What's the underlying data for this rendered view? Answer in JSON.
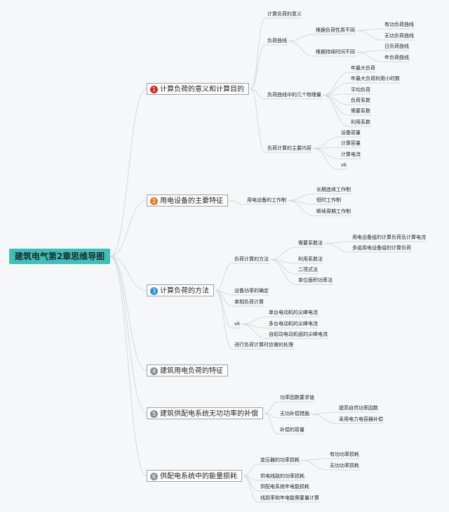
{
  "root": "建筑电气第2章思维导图",
  "branches": [
    {
      "num": "1",
      "label": "计算负荷的意义和计算目的",
      "color": "#d9261c"
    },
    {
      "num": "2",
      "label": "用电设备的主要特征",
      "color": "#e8781e"
    },
    {
      "num": "3",
      "label": "计算负荷的方法",
      "color": "#2a8fd8"
    },
    {
      "num": "4",
      "label": "建筑用电负荷的特征",
      "color": "#8a8f96"
    },
    {
      "num": "5",
      "label": "建筑供配电系统无功功率的补偿",
      "color": "#8a8f96"
    },
    {
      "num": "6",
      "label": "供配电系统中的能量损耗",
      "color": "#8a8f96"
    }
  ],
  "nodes": {
    "b1_1": "计算负荷的意义",
    "b1_2": "负荷曲线",
    "b1_2_1": "根据负荷性质不同",
    "b1_2_1_1": "有功负荷曲线",
    "b1_2_1_2": "无功负荷曲线",
    "b1_2_2": "根据持续时间不同",
    "b1_2_2_1": "日负荷曲线",
    "b1_2_2_2": "年负荷曲线",
    "b1_3": "负荷曲线中的几个物理量",
    "b1_3_1": "年最大负荷",
    "b1_3_2": "年最大负荷利用小时数",
    "b1_3_3": "平均负荷",
    "b1_3_4": "负荷系数",
    "b1_3_5": "需要系数",
    "b1_3_6": "利用系数",
    "b1_4": "负荷计算的主要内容",
    "b1_4_1": "设备容量",
    "b1_4_2": "计算容量",
    "b1_4_3": "计算电流",
    "b1_4_4": "vk",
    "b2_1": "用电设备的工作制",
    "b2_1_1": "长期连续工作制",
    "b2_1_2": "短时工作制",
    "b2_1_3": "断续周期工作制",
    "b3_1": "负荷计算的方法",
    "b3_1_1": "需要系数法",
    "b3_1_1_1": "用电设备组的计算负荷及计算电流",
    "b3_1_1_2": "多组用电设备组的计算负荷",
    "b3_1_2": "利用系数法",
    "b3_1_3": "二项式法",
    "b3_1_4": "单位面积功率法",
    "b3_2": "设备功率的确定",
    "b3_3": "单相负荷计算",
    "b3_4": "vk",
    "b3_4_1": "单台电动机的尖峰电流",
    "b3_4_2": "多台电动机的尖峰电流",
    "b3_4_3": "自起动电动机组的尖峰电流",
    "b3_5": "进行负荷计算时应做的处理",
    "b5_1": "功率因数要求值",
    "b5_2": "无功补偿措施",
    "b5_2_1": "提高自然功率因数",
    "b5_2_2": "采用电力电容器补偿",
    "b5_3": "补偿的容量",
    "b6_1": "变压器的功率损耗",
    "b6_1_1": "有功功率损耗",
    "b6_1_2": "无功功率损耗",
    "b6_2": "供电线路的功率损耗",
    "b6_3": "供配电系统年电能损耗",
    "b6_4": "线损率和年电能需要量计算"
  }
}
